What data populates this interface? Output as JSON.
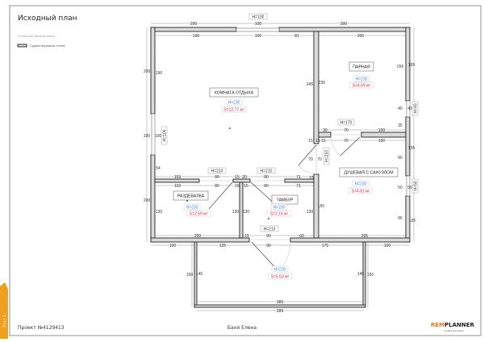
{
  "header": {
    "title": "Исходный план",
    "legend_title": "Условные обозначения",
    "legend_item": "Существующая стена"
  },
  "footer": {
    "project": "Проект №4129413",
    "name": "Баня Елена",
    "sheet": "Лист 1",
    "logo_rem": "REM",
    "logo_planner": "PLANNER",
    "logo_sub": "студия дизайна",
    "sheet_color": "#f0a020",
    "logo_color": "#e8761c"
  },
  "rooms": [
    {
      "name": "КОМНАТА ОТДЫХА",
      "height": "H=230",
      "area": "S=12.77 м²"
    },
    {
      "name": "ПАРНАЯ",
      "height": "H=230",
      "area": "S=4.69 м²"
    },
    {
      "name": "ДУШЕВАЯ С САНУЗЛОМ",
      "height": "H=230",
      "area": "S=4.81 м²"
    },
    {
      "name": "РАЗДЕВАЛКА",
      "height": "H=230",
      "area": "S=2.59 м²"
    },
    {
      "name": "ТАМБУР",
      "height": "H=230",
      "area": "S=2.16 м²"
    },
    {
      "name": "",
      "height": "H=230",
      "area": "S=5.63 м²"
    }
  ],
  "openings": [
    "H=100",
    "H=100",
    "H=40",
    "H=50",
    "H=170",
    "H=210",
    "H=210",
    "H=210",
    "H=210"
  ],
  "dims": [
    "200",
    "100",
    "300",
    "190",
    "100",
    "81",
    "200",
    "200",
    "190",
    "100",
    "100",
    "54",
    "200",
    "130",
    "245",
    "235",
    "159",
    "169",
    "40",
    "40",
    "35",
    "135",
    "90",
    "50",
    "50",
    "95",
    "105",
    "30",
    "70",
    "100",
    "15",
    "15",
    "15",
    "70",
    "100",
    "70",
    "70",
    "15",
    "150",
    "130",
    "103",
    "80",
    "15",
    "20",
    "80",
    "71",
    "103",
    "80",
    "15",
    "15",
    "80",
    "71",
    "130",
    "130",
    "200",
    "15",
    "90",
    "60",
    "205",
    "100",
    "125",
    "90",
    "175",
    "100",
    "150",
    "145",
    "145",
    "150",
    "389",
    "399"
  ]
}
